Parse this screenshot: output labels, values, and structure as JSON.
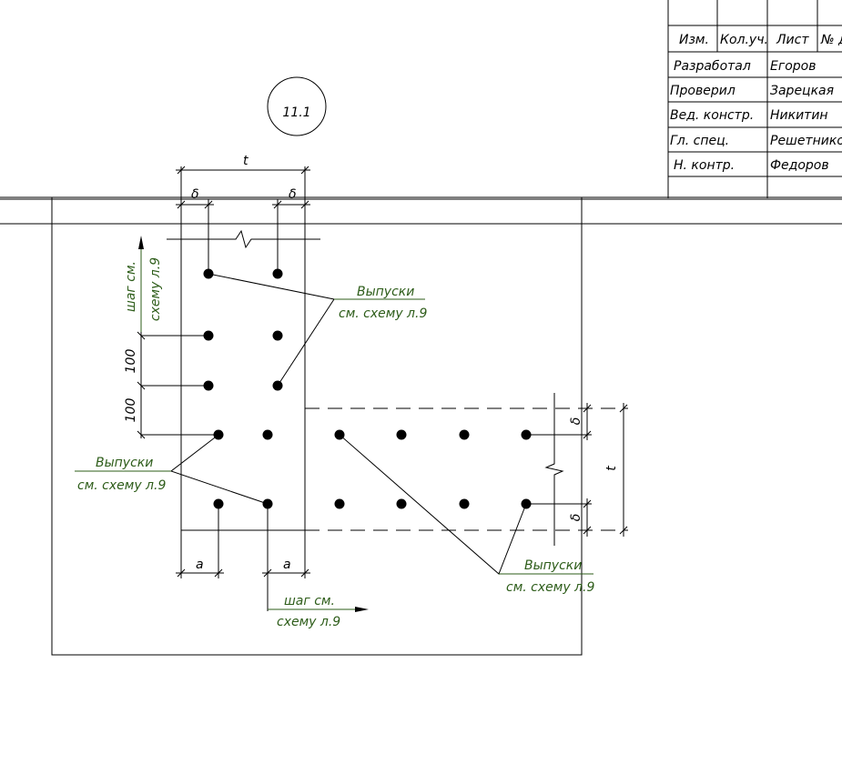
{
  "sheet_marker": "11.1",
  "title_block": {
    "header": [
      "Изм.",
      "Кол.уч.",
      "Лист",
      "№ д"
    ],
    "rows": [
      {
        "role": "Разработал",
        "name": "Егоров"
      },
      {
        "role": "Проверил",
        "name": "Зарецкая"
      },
      {
        "role": "Вед. констр.",
        "name": "Никитин"
      },
      {
        "role": "Гл. спец.",
        "name": "Решетнико"
      },
      {
        "role": "Н. контр.",
        "name": "Федоров"
      }
    ]
  },
  "dimensions": {
    "t": "t",
    "delta": "δ",
    "a": "a",
    "spacing_100": "100"
  },
  "callouts": {
    "title": "Выпуски",
    "ref": "см. схему л.9"
  },
  "step_note": {
    "line1": "шаг см.",
    "line2": "схему л.9"
  },
  "colors": {
    "annotation": "#2e5d1a",
    "line": "#000000"
  }
}
